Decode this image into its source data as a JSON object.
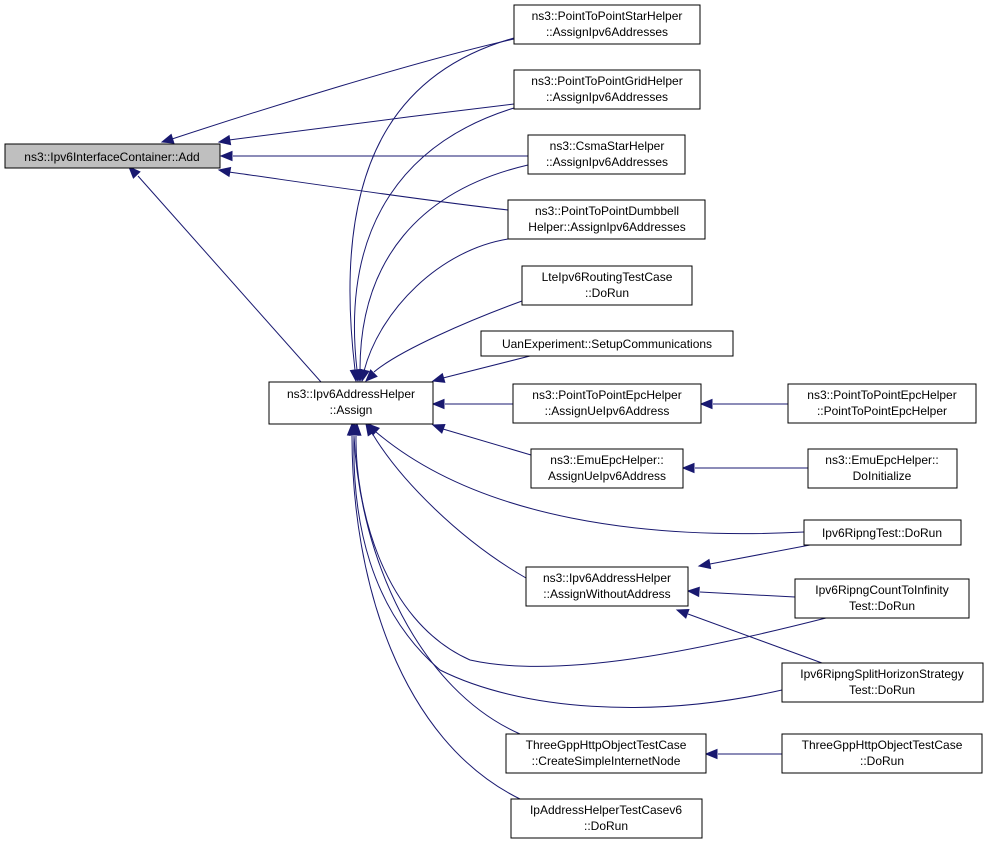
{
  "colors": {
    "edge": "#191970",
    "root_fill": "#bfbfbf",
    "node_fill": "#ffffff",
    "border": "#000000"
  },
  "nodes": {
    "ipv6ic_add": [
      "ns3::Ipv6InterfaceContainer::Add"
    ],
    "p2pstar": [
      "ns3::PointToPointStarHelper",
      "::AssignIpv6Addresses"
    ],
    "p2pgrid": [
      "ns3::PointToPointGridHelper",
      "::AssignIpv6Addresses"
    ],
    "csmastar": [
      "ns3::CsmaStarHelper",
      "::AssignIpv6Addresses"
    ],
    "p2pdumbbell": [
      "ns3::PointToPointDumbbell",
      "Helper::AssignIpv6Addresses"
    ],
    "lte_routing": [
      "LteIpv6RoutingTestCase",
      "::DoRun"
    ],
    "uan": [
      "UanExperiment::SetupCommunications"
    ],
    "ipv6ah_assign": [
      "ns3::Ipv6AddressHelper",
      "::Assign"
    ],
    "p2pepc_ue": [
      "ns3::PointToPointEpcHelper",
      "::AssignUeIpv6Address"
    ],
    "p2pepc_ctor": [
      "ns3::PointToPointEpcHelper",
      "::PointToPointEpcHelper"
    ],
    "emuepc_ue": [
      "ns3::EmuEpcHelper::",
      "AssignUeIpv6Address"
    ],
    "emuepc_init": [
      "ns3::EmuEpcHelper::",
      "DoInitialize"
    ],
    "ripng_test": [
      "Ipv6RipngTest::DoRun"
    ],
    "ipv6ah_wo": [
      "ns3::Ipv6AddressHelper",
      "::AssignWithoutAddress"
    ],
    "ripng_cti": [
      "Ipv6RipngCountToInfinity",
      "Test::DoRun"
    ],
    "ripng_split": [
      "Ipv6RipngSplitHorizonStrategy",
      "Test::DoRun"
    ],
    "http_create": [
      "ThreeGppHttpObjectTestCase",
      "::CreateSimpleInternetNode"
    ],
    "http_dorun": [
      "ThreeGppHttpObjectTestCase",
      "::DoRun"
    ],
    "iphelper_v6": [
      "IpAddressHelperTestCasev6",
      "::DoRun"
    ]
  },
  "edges": [
    [
      "p2pstar",
      "ipv6ic_add"
    ],
    [
      "p2pgrid",
      "ipv6ic_add"
    ],
    [
      "csmastar",
      "ipv6ic_add"
    ],
    [
      "p2pdumbbell",
      "ipv6ic_add"
    ],
    [
      "ipv6ah_assign",
      "ipv6ic_add"
    ],
    [
      "p2pstar",
      "ipv6ah_assign"
    ],
    [
      "p2pgrid",
      "ipv6ah_assign"
    ],
    [
      "csmastar",
      "ipv6ah_assign"
    ],
    [
      "p2pdumbbell",
      "ipv6ah_assign"
    ],
    [
      "lte_routing",
      "ipv6ah_assign"
    ],
    [
      "uan",
      "ipv6ah_assign"
    ],
    [
      "p2pepc_ue",
      "ipv6ah_assign"
    ],
    [
      "emuepc_ue",
      "ipv6ah_assign"
    ],
    [
      "ripng_test",
      "ipv6ah_assign"
    ],
    [
      "ipv6ah_wo",
      "ipv6ah_assign"
    ],
    [
      "ripng_cti",
      "ipv6ah_assign"
    ],
    [
      "ripng_split",
      "ipv6ah_assign"
    ],
    [
      "http_create",
      "ipv6ah_assign"
    ],
    [
      "iphelper_v6",
      "ipv6ah_assign"
    ],
    [
      "p2pepc_ctor",
      "p2pepc_ue"
    ],
    [
      "emuepc_init",
      "emuepc_ue"
    ],
    [
      "ripng_test",
      "ipv6ah_wo"
    ],
    [
      "ripng_cti",
      "ipv6ah_wo"
    ],
    [
      "ripng_split",
      "ipv6ah_wo"
    ],
    [
      "http_dorun",
      "http_create"
    ]
  ]
}
